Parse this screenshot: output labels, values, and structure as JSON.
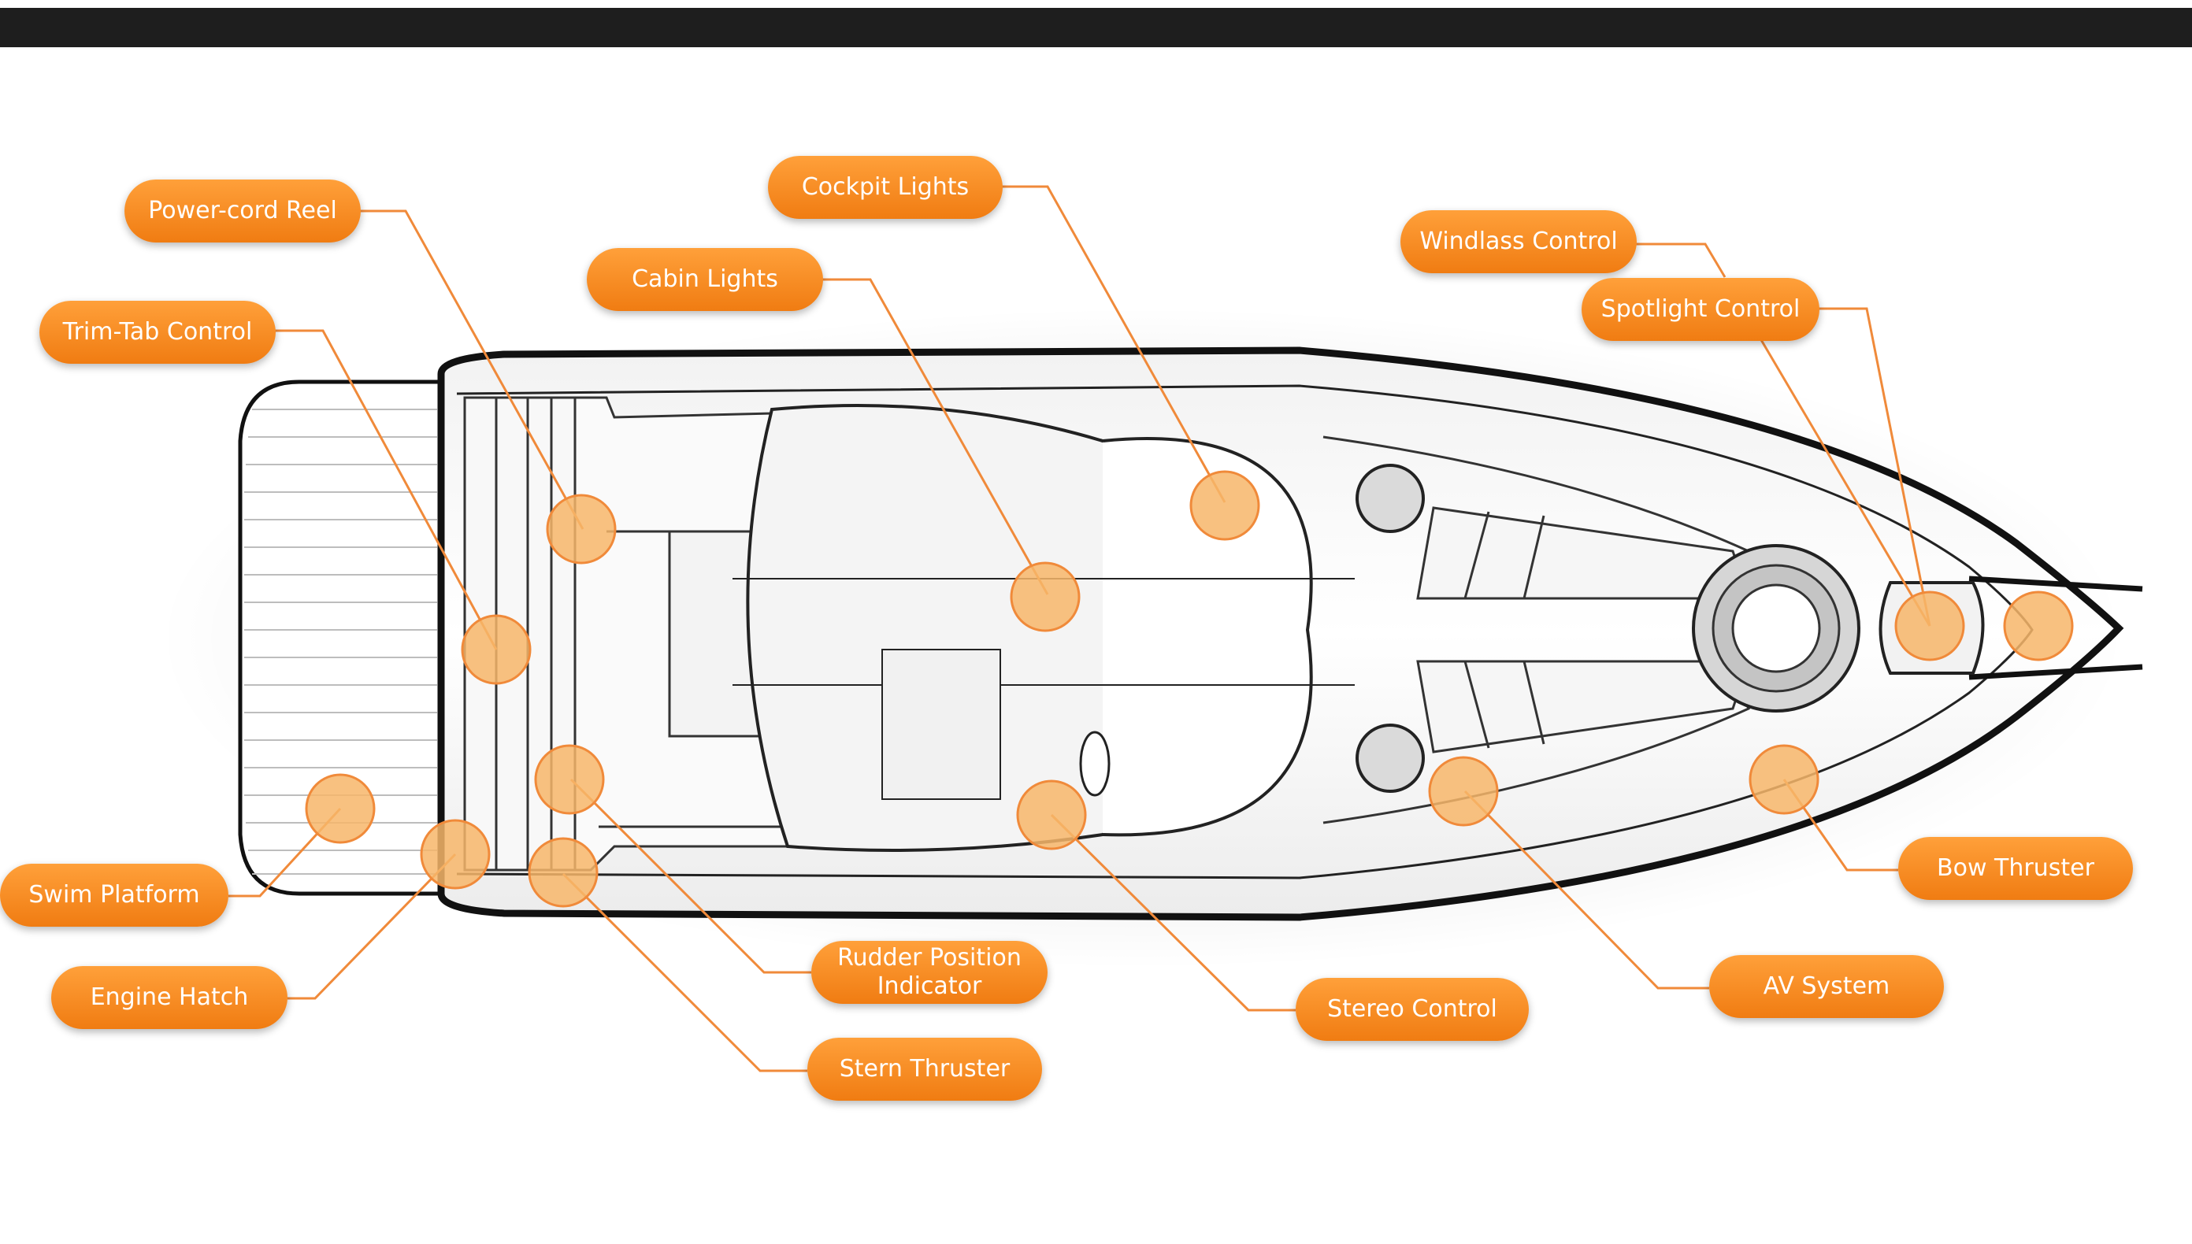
{
  "callouts": {
    "power_cord_reel": "Power-cord Reel",
    "cockpit_lights": "Cockpit Lights",
    "cabin_lights": "Cabin Lights",
    "windlass_control": "Windlass Control",
    "spotlight_control": "Spotlight Control",
    "trim_tab_control": "Trim-Tab Control",
    "swim_platform": "Swim Platform",
    "engine_hatch": "Engine Hatch",
    "rudder_position_indicator_line1": "Rudder Position",
    "rudder_position_indicator_line2": "Indicator",
    "stern_thruster": "Stern Thruster",
    "stereo_control": "Stereo Control",
    "av_system": "AV System",
    "bow_thruster": "Bow Thruster"
  },
  "colors": {
    "accent": "#f58a1f",
    "marker": "#f7b66a",
    "leader_line": "#f08a3a",
    "hull_outline": "#111111",
    "top_bar": "#1e1e1e"
  }
}
